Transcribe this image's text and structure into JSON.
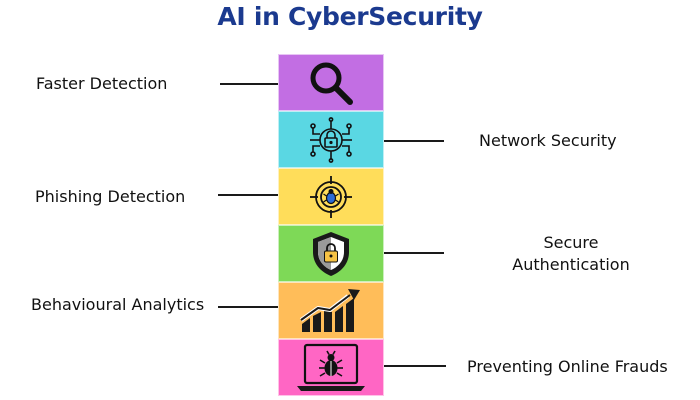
{
  "title": "AI in CyberSecurity",
  "colors": {
    "title": "#1b3a8f",
    "box_1": "#c26ee3",
    "box_2": "#5ad7e3",
    "box_3": "#ffdd5a",
    "box_4": "#7ed957",
    "box_5": "#ffbd59",
    "box_6": "#ff66c4"
  },
  "items": [
    {
      "label": "Faster Detection",
      "side": "left",
      "icon": "magnifier-icon"
    },
    {
      "label": "Network Security",
      "side": "right",
      "icon": "network-lock-icon"
    },
    {
      "label": "Phishing Detection",
      "side": "left",
      "icon": "bug-target-icon"
    },
    {
      "label_line1": "Secure",
      "label_line2": "Authentication",
      "side": "right",
      "icon": "shield-lock-icon"
    },
    {
      "label": "Behavioural Analytics",
      "side": "left",
      "icon": "trend-chart-icon"
    },
    {
      "label": "Preventing Online Frauds",
      "side": "right",
      "icon": "laptop-bug-icon"
    }
  ]
}
